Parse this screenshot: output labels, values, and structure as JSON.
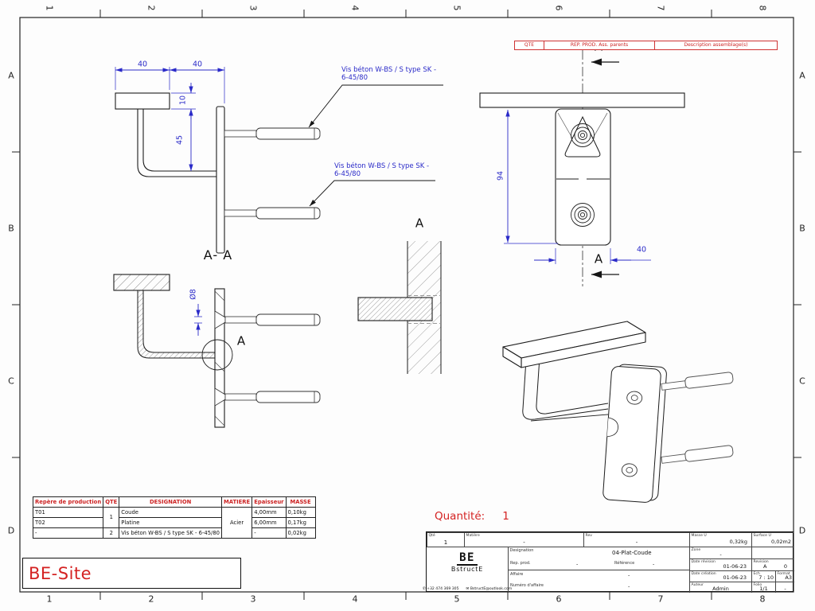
{
  "frame": {
    "cols": [
      "1",
      "2",
      "3",
      "4",
      "5",
      "6",
      "7",
      "8"
    ],
    "rows": [
      "A",
      "B",
      "C",
      "D"
    ]
  },
  "assembly_table": {
    "col_qte": "QTE",
    "col_rep": "REP. PROD. Ass. parents",
    "col_desc": "Description assemblage(s)"
  },
  "annotations": {
    "screw_line1": "Vis béton W-BS / S type SK -",
    "screw_line2": "6-45/80"
  },
  "dims": {
    "width_left": "40",
    "width_right": "40",
    "bar_thickness": "10",
    "drop": "45",
    "plate_height": "94",
    "plate_width": "40",
    "hole_dia": "Ø8"
  },
  "views": {
    "section_label": "A- A",
    "detail_circle_label": "A",
    "detail_view_label": "A",
    "cut_arrow_top": "A",
    "cut_arrow_bottom": "A"
  },
  "bom": {
    "headers": [
      "Repère de production",
      "QTE",
      "DESIGNATION",
      "MATIERE",
      "Epaisseur",
      "MASSE"
    ],
    "rows": [
      {
        "rep": "T01",
        "qte": "1",
        "designation": "Coude",
        "matiere": "Acier",
        "epaisseur": "4,00mm",
        "masse": "0,10kg"
      },
      {
        "rep": "T02",
        "designation": "Platine",
        "epaisseur": "6,00mm",
        "masse": "0,17kg"
      },
      {
        "rep": "-",
        "qte": "2",
        "designation": "Vis béton W-BS / S type SK - 6-45/80",
        "epaisseur": "-",
        "masse": "0,02kg"
      }
    ]
  },
  "quantity": {
    "label": "Quantité:",
    "value": "1"
  },
  "site_label": "BE-Site",
  "title_block": {
    "qte_label": "Qté",
    "qte_value": "1",
    "matiere_label": "Matière",
    "matiere_value": "-",
    "rev_label": "Rev",
    "rev_value": "-",
    "masse_label": "Masse U",
    "masse_value": "0,32kg",
    "surface_label": "Surface U",
    "surface_value": "0,02m2",
    "zone_label": "Zone",
    "zone_value": "-",
    "date_revision_label": "Date révision",
    "date_revision_value": "01-06-23",
    "revision_label": "Revision",
    "revision_letter": "A",
    "revision_number": "0",
    "date_creation_label": "Date création",
    "date_creation_value": "01-06-23",
    "ech_label": "Ech",
    "ech_value": "7 : 10",
    "format_label": "Format",
    "format_value": "A3",
    "auteur_label": "Auteur",
    "auteur_value": "Admin",
    "folio_label": "Folio",
    "folio_value": "1/1",
    "folio_extra": "-",
    "designation_label": "Designation",
    "designation_value": "04-Plat-Coude",
    "rep_prod_label": "Rep. prod.",
    "rep_prod_value": "-",
    "reference_label": "Référence",
    "reference_value": "-",
    "affaire_label": "Affaire",
    "affaire_value": "-",
    "numero_label": "Numéro d'affaire",
    "numero_value": "-",
    "logo_text": "BE",
    "logo_subtext": "BstructE",
    "phone": "+32 474 369 305",
    "email": "BstructE@outlook.com"
  },
  "colors": {
    "dimension_blue": "#2a2ac8",
    "accent_red": "#d42222",
    "line_dark": "#1c1c1c"
  }
}
